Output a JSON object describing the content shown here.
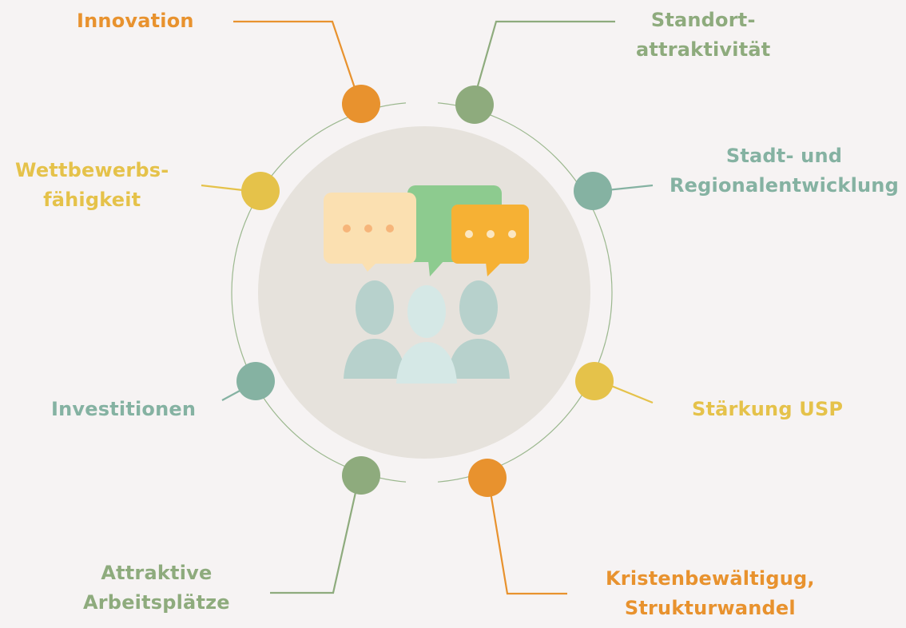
{
  "colors": {
    "background": "#f6f3f3",
    "orange": "#e8922e",
    "sage": "#8eab7d",
    "teal": "#85b2a2",
    "yellow": "#e5c24a",
    "center_disc": "#e6e2dc",
    "ring": "#9cb88f"
  },
  "center_icon": "discussion-people-icon",
  "labels": {
    "innovation": [
      "Innovation"
    ],
    "standort": [
      "Standort-",
      "attraktivität"
    ],
    "stadt": [
      "Stadt- und",
      "Regionalentwicklung"
    ],
    "usp": [
      "Stärkung USP"
    ],
    "kristen": [
      "Kristenbewältigug,",
      "Strukturwandel"
    ],
    "arbeit": [
      "Attraktive",
      "Arbeitsplätze"
    ],
    "invest": [
      "Investitionen"
    ],
    "wettbewerb": [
      "Wettbewerbs-",
      "fähigkeit"
    ]
  }
}
